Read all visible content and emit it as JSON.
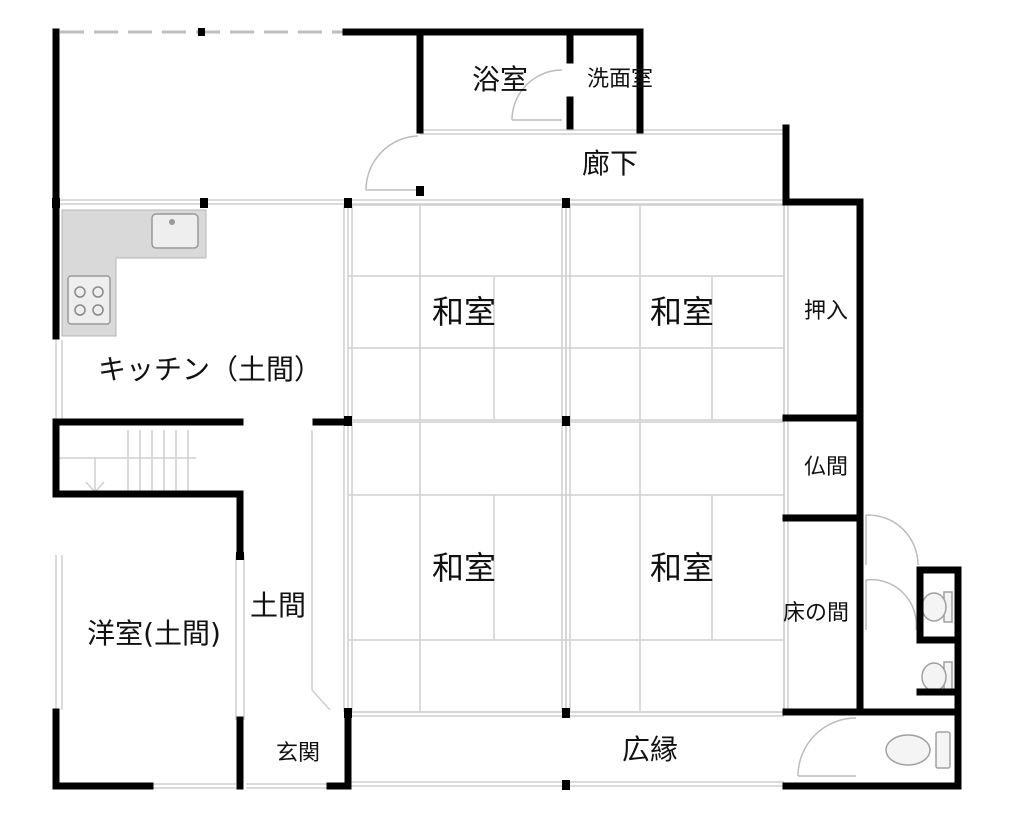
{
  "plan": {
    "rooms": {
      "bath": "浴室",
      "washroom": "洗面室",
      "corridor": "廊下",
      "kitchen": "キッチン（土間）",
      "washitsu_nw": "和室",
      "washitsu_ne": "和室",
      "washitsu_sw": "和室",
      "washitsu_se": "和室",
      "closet": "押入",
      "butsuma": "仏間",
      "tokonoma": "床の間",
      "western_room": "洋室(土間)",
      "doma": "土間",
      "entrance": "玄関",
      "veranda": "広縁"
    }
  },
  "colors": {
    "wall": "#000000",
    "thin_line": "#c8c8c8",
    "fixture_fill": "#d9d9d9",
    "fixture_stroke": "#9a9a9a"
  }
}
